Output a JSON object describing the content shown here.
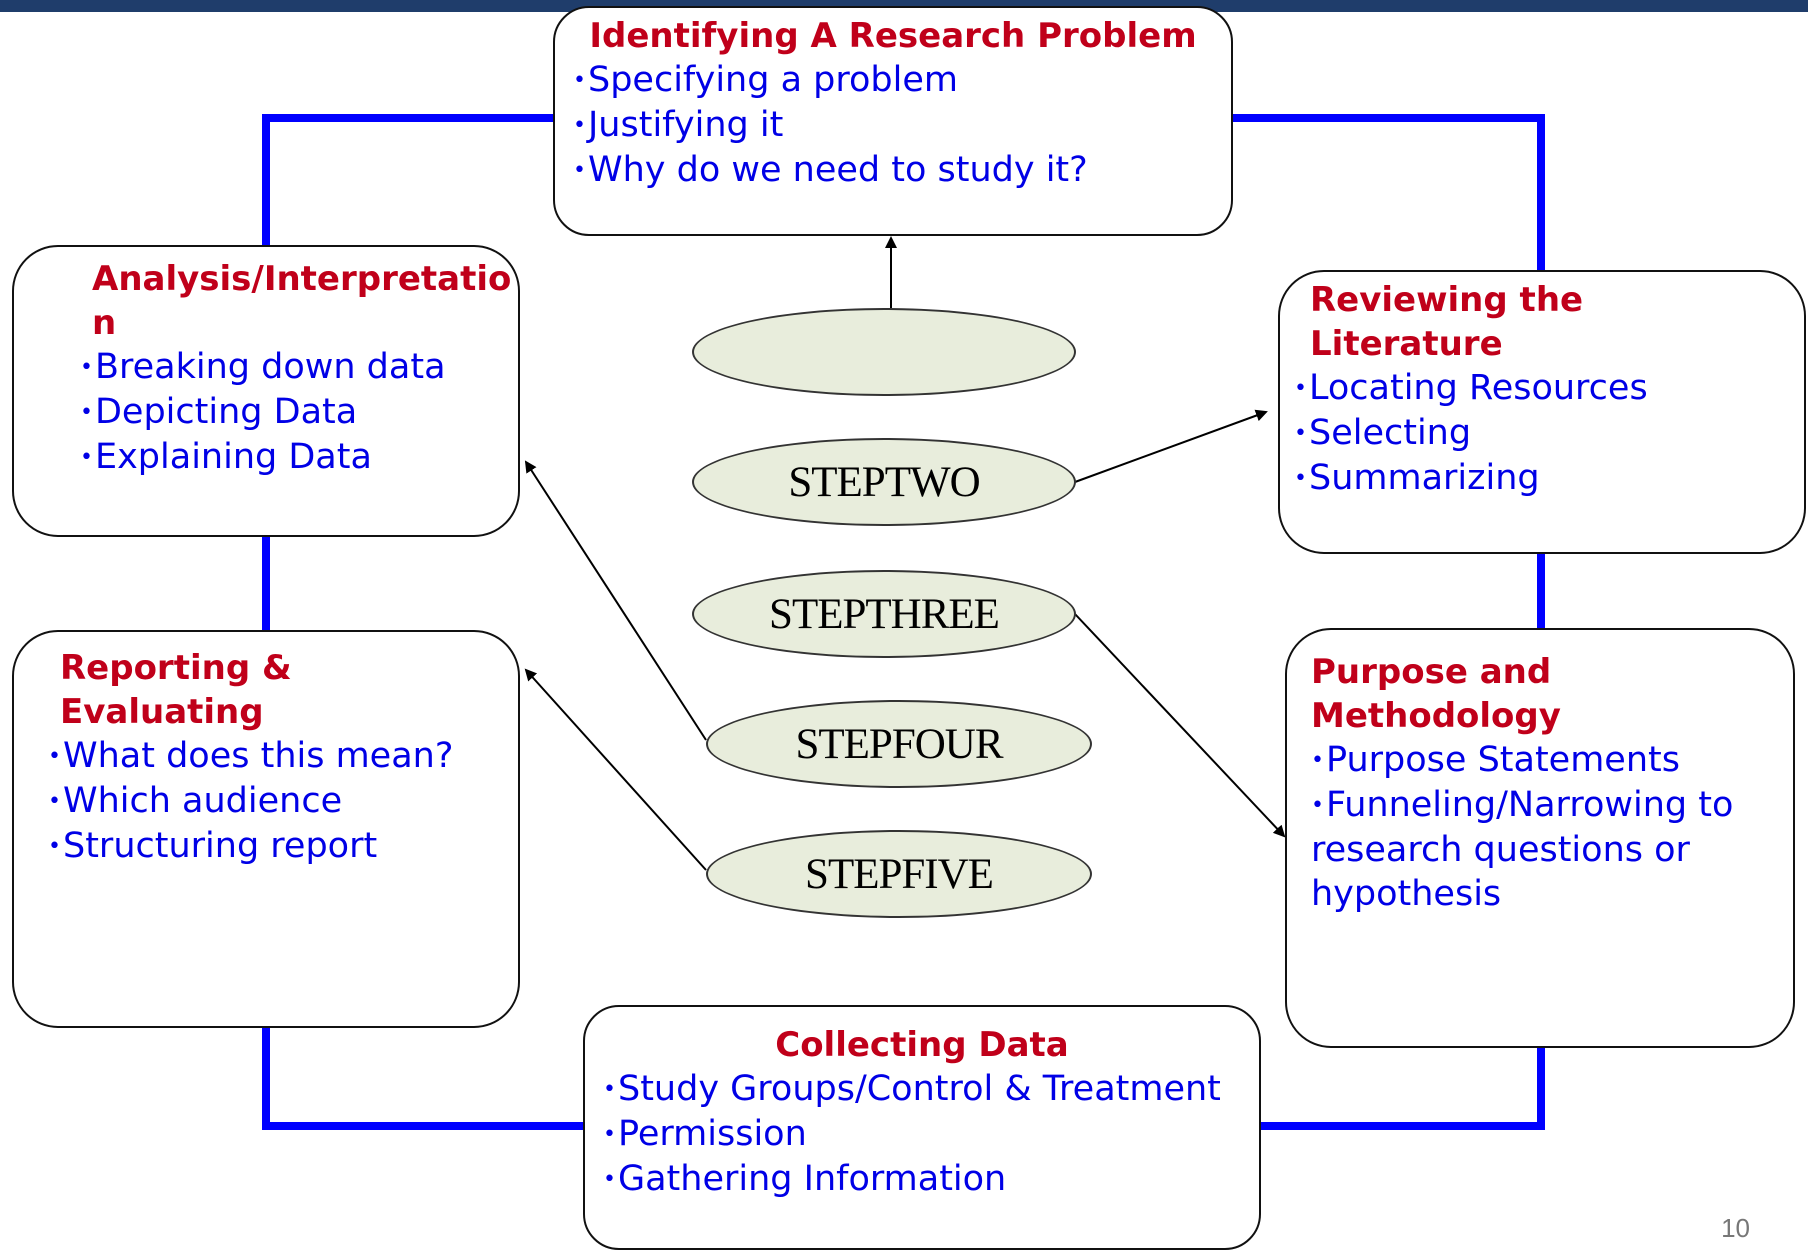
{
  "diagram": {
    "top": {
      "title": "Identifying A Research Problem",
      "items": [
        "Specifying a problem",
        "Justifying it",
        "Why do we need to study it?"
      ]
    },
    "review": {
      "title": "Reviewing the Literature",
      "items": [
        "Locating Resources",
        "Selecting",
        "Summarizing"
      ]
    },
    "purpose": {
      "title_line1": "Purpose and",
      "title_line2": "Methodology",
      "items": [
        "Purpose Statements",
        "Funneling/Narrowing to research questions or hypothesis"
      ]
    },
    "collecting": {
      "title": "Collecting Data",
      "items": [
        "Study Groups/Control & Treatment",
        "Permission",
        "Gathering Information"
      ]
    },
    "analysis": {
      "title_line1": "Analysis/Interpretatio",
      "title_line2": "n",
      "items": [
        "Breaking down data",
        "Depicting Data",
        "Explaining Data"
      ]
    },
    "reporting": {
      "title": "Reporting & Evaluating",
      "items": [
        "What does this mean?",
        "Which audience",
        "Structuring report"
      ]
    },
    "steps": [
      "",
      "STEPTWO",
      "STEPTHREE",
      "STEPFOUR",
      "STEPFIVE"
    ]
  },
  "bullet_char": "•",
  "page_number": "10",
  "colors": {
    "heading": "#c0001a",
    "bullet_text": "#0000e6",
    "connector": "#0000ff",
    "step_fill": "#e8eddc",
    "top_bar": "#1f3d6b"
  }
}
